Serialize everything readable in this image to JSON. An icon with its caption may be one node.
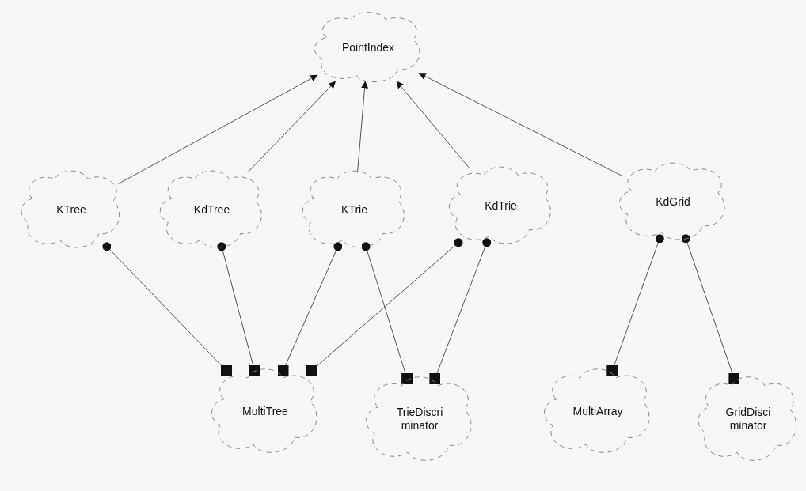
{
  "diagram": {
    "nodes": [
      {
        "text": [
          "PointIndex"
        ]
      },
      {
        "text": [
          "KTree"
        ]
      },
      {
        "text": [
          "KdTree"
        ]
      },
      {
        "text": [
          "KTrie"
        ]
      },
      {
        "text": [
          "KdTrie"
        ]
      },
      {
        "text": [
          "KdGrid"
        ]
      },
      {
        "text": [
          "MultiTree"
        ]
      },
      {
        "text": [
          "TrieDiscri minator"
        ]
      },
      {
        "text": [
          "MultiArray"
        ]
      },
      {
        "text": [
          "GridDisci minator"
        ]
      }
    ],
    "edges": [
      {
        "from": 1,
        "to": 0,
        "arrow": "to"
      },
      {
        "from": 2,
        "to": 0,
        "arrow": "to"
      },
      {
        "from": 3,
        "to": 0,
        "arrow": "to"
      },
      {
        "from": 4,
        "to": 0,
        "arrow": "to"
      },
      {
        "from": 5,
        "to": 0,
        "arrow": "to"
      },
      {
        "from": 1,
        "to": 6,
        "arrow": "other"
      },
      {
        "from": 2,
        "to": 6,
        "arrow": "other"
      },
      {
        "from": 3,
        "to": 6,
        "arrow": "other"
      },
      {
        "from": 3,
        "to": 7,
        "arrow": "other"
      },
      {
        "from": 4,
        "to": 6,
        "arrow": "other"
      },
      {
        "from": 4,
        "to": 7,
        "arrow": "other"
      },
      {
        "from": 5,
        "to": 8,
        "arrow": "other"
      },
      {
        "from": 5,
        "to": 9,
        "arrow": "other"
      }
    ]
  }
}
